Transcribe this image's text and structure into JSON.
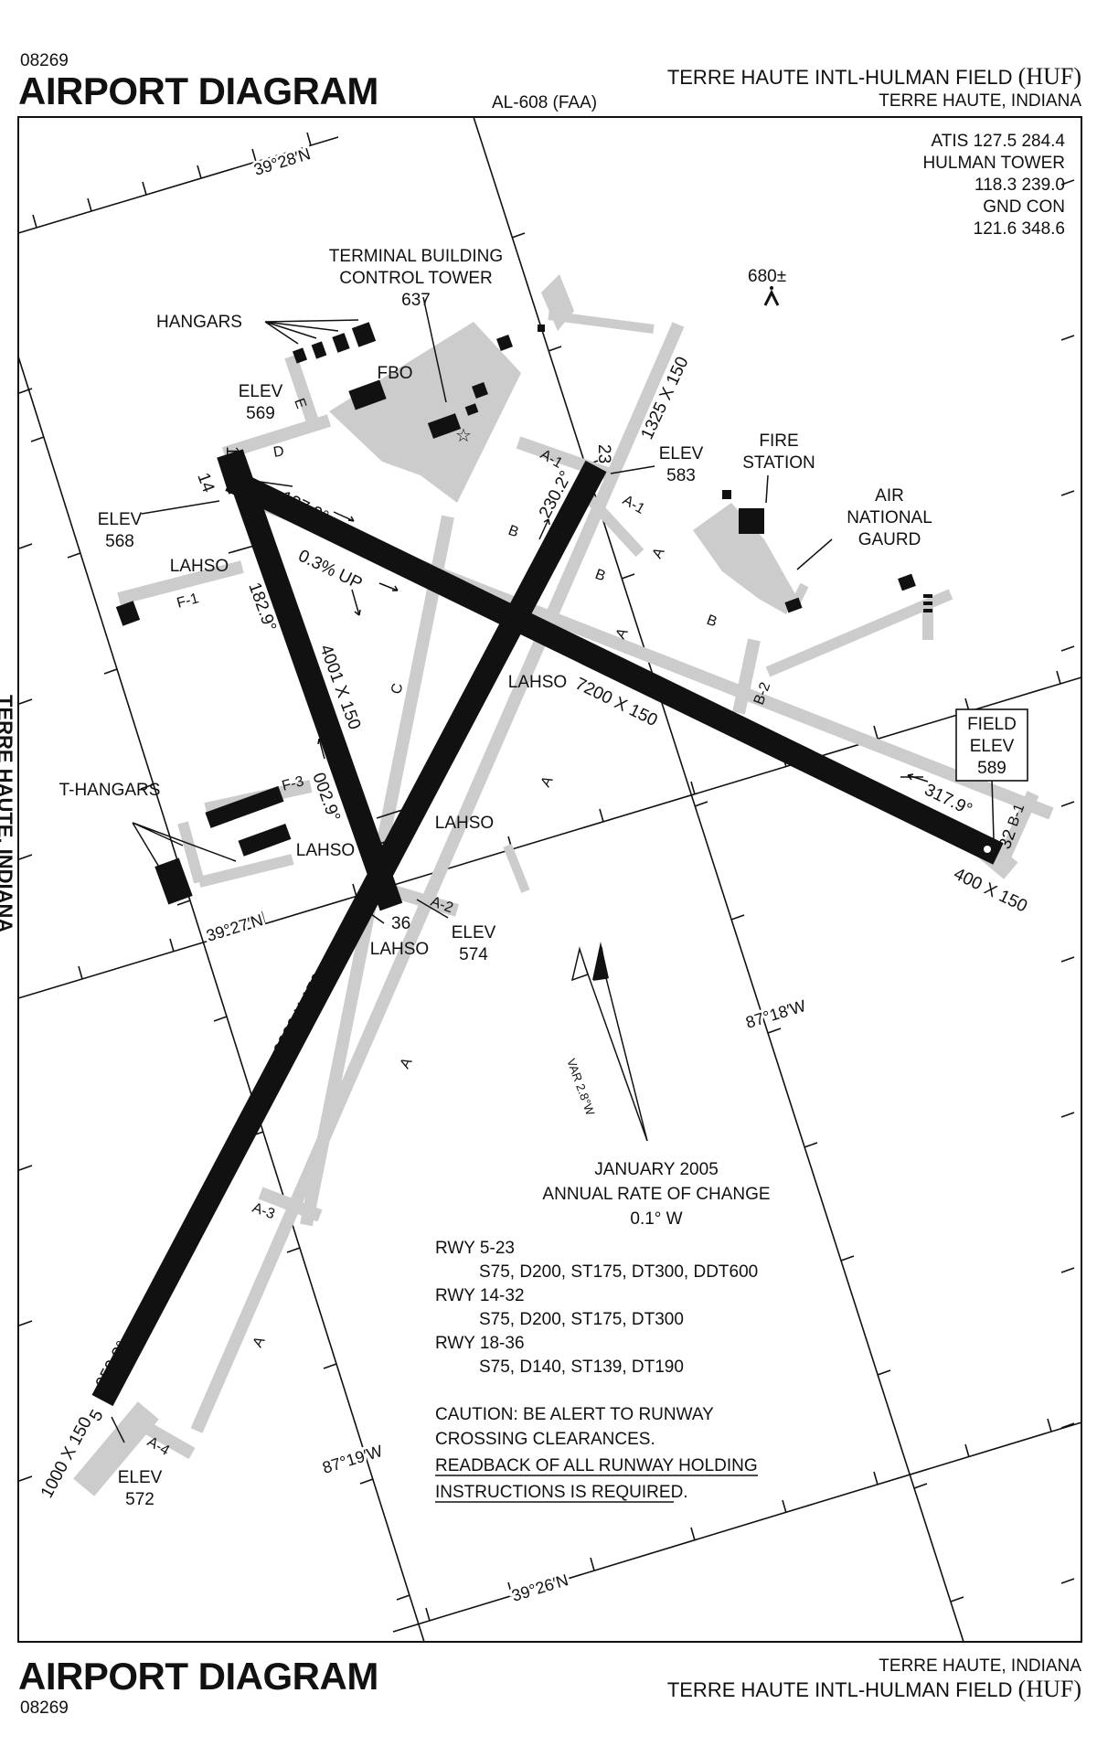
{
  "header": {
    "chart_number": "08269",
    "title": "AIRPORT DIAGRAM",
    "chart_id": "AL-608 (FAA)",
    "airport_name": "TERRE HAUTE INTL-HULMAN FIELD",
    "airport_id": "(HUF)",
    "city": "TERRE HAUTE, INDIANA"
  },
  "footer": {
    "title": "AIRPORT DIAGRAM",
    "chart_number": "08269",
    "city": "TERRE HAUTE, INDIANA",
    "airport_name": "TERRE HAUTE INTL-HULMAN FIELD",
    "airport_id": "(HUF)"
  },
  "frequencies": {
    "atis": "ATIS  127.5  284.4",
    "tower_name": "HULMAN TOWER",
    "tower": "118.3  239.0",
    "ground_name": "GND CON",
    "ground": "121.6  348.6"
  },
  "graticule": {
    "lat_top": "39°28′N",
    "lat_mid": "39°27′N",
    "lat_bot": "39°26′N",
    "lon_east": "87°18′W",
    "lon_west": "87°19′W"
  },
  "runways": {
    "rwy_5_23_dims": "9020 X 150",
    "rwy_14_32_dims": "7200 X 150",
    "rwy_18_36_dims": "4001 X 150",
    "overrun_23": "1325 X 150",
    "overrun_32": "400 X 150",
    "overrun_5": "1000 X 150",
    "end_5": "5",
    "end_23": "23",
    "end_14": "14",
    "end_32": "32",
    "end_18": "18",
    "end_36": "36",
    "hdg_050": "050.2°",
    "hdg_230": "230.2°",
    "hdg_137": "137.9°",
    "hdg_317": "317.9°",
    "hdg_182": "182.9°",
    "hdg_002": "002.9°",
    "slope": "0.3% UP"
  },
  "elevations": {
    "elev_word": "ELEV",
    "elev_569": "569",
    "elev_568": "568",
    "elev_583": "583",
    "elev_574": "574",
    "elev_572": "572",
    "field_word": "FIELD",
    "field_elev": "589",
    "obstacle": "680±"
  },
  "taxiways": {
    "a": "A",
    "a1": "A-1",
    "a2": "A-2",
    "a3": "A-3",
    "a4": "A-4",
    "b": "B",
    "b1": "B-1",
    "b2": "B-2",
    "c": "C",
    "d": "D",
    "e": "E",
    "f1": "F-1",
    "f3": "F-3"
  },
  "features": {
    "hangars": "HANGARS",
    "fbo": "FBO",
    "terminal_1": "TERMINAL BUILDING",
    "terminal_2": "CONTROL TOWER",
    "terminal_3": "637",
    "fire_1": "FIRE",
    "fire_2": "STATION",
    "ang_1": "AIR",
    "ang_2": "NATIONAL",
    "ang_3": "GAURD",
    "t_hangars": "T-HANGARS",
    "lahso": "LAHSO"
  },
  "magnetic": {
    "var": "VAR 2.8°W",
    "date": "JANUARY 2005",
    "rate_label": "ANNUAL RATE OF CHANGE",
    "rate": "0.1° W"
  },
  "strength": {
    "r1_name": "RWY 5-23",
    "r1_val": "S75, D200, ST175, DT300, DDT600",
    "r2_name": "RWY 14-32",
    "r2_val": "S75, D200, ST175, DT300",
    "r3_name": "RWY 18-36",
    "r3_val": "S75, D140, ST139, DT190"
  },
  "caution": {
    "l1": "CAUTION: BE ALERT TO RUNWAY",
    "l2": "CROSSING CLEARANCES.",
    "l3": "READBACK OF ALL RUNWAY HOLDING",
    "l4": "INSTRUCTIONS IS REQUIRED."
  },
  "side_text": "TERRE HAUTE, INDIANA",
  "colors": {
    "ink": "#111111",
    "pavement": "#cccccc",
    "runway": "#111111"
  }
}
